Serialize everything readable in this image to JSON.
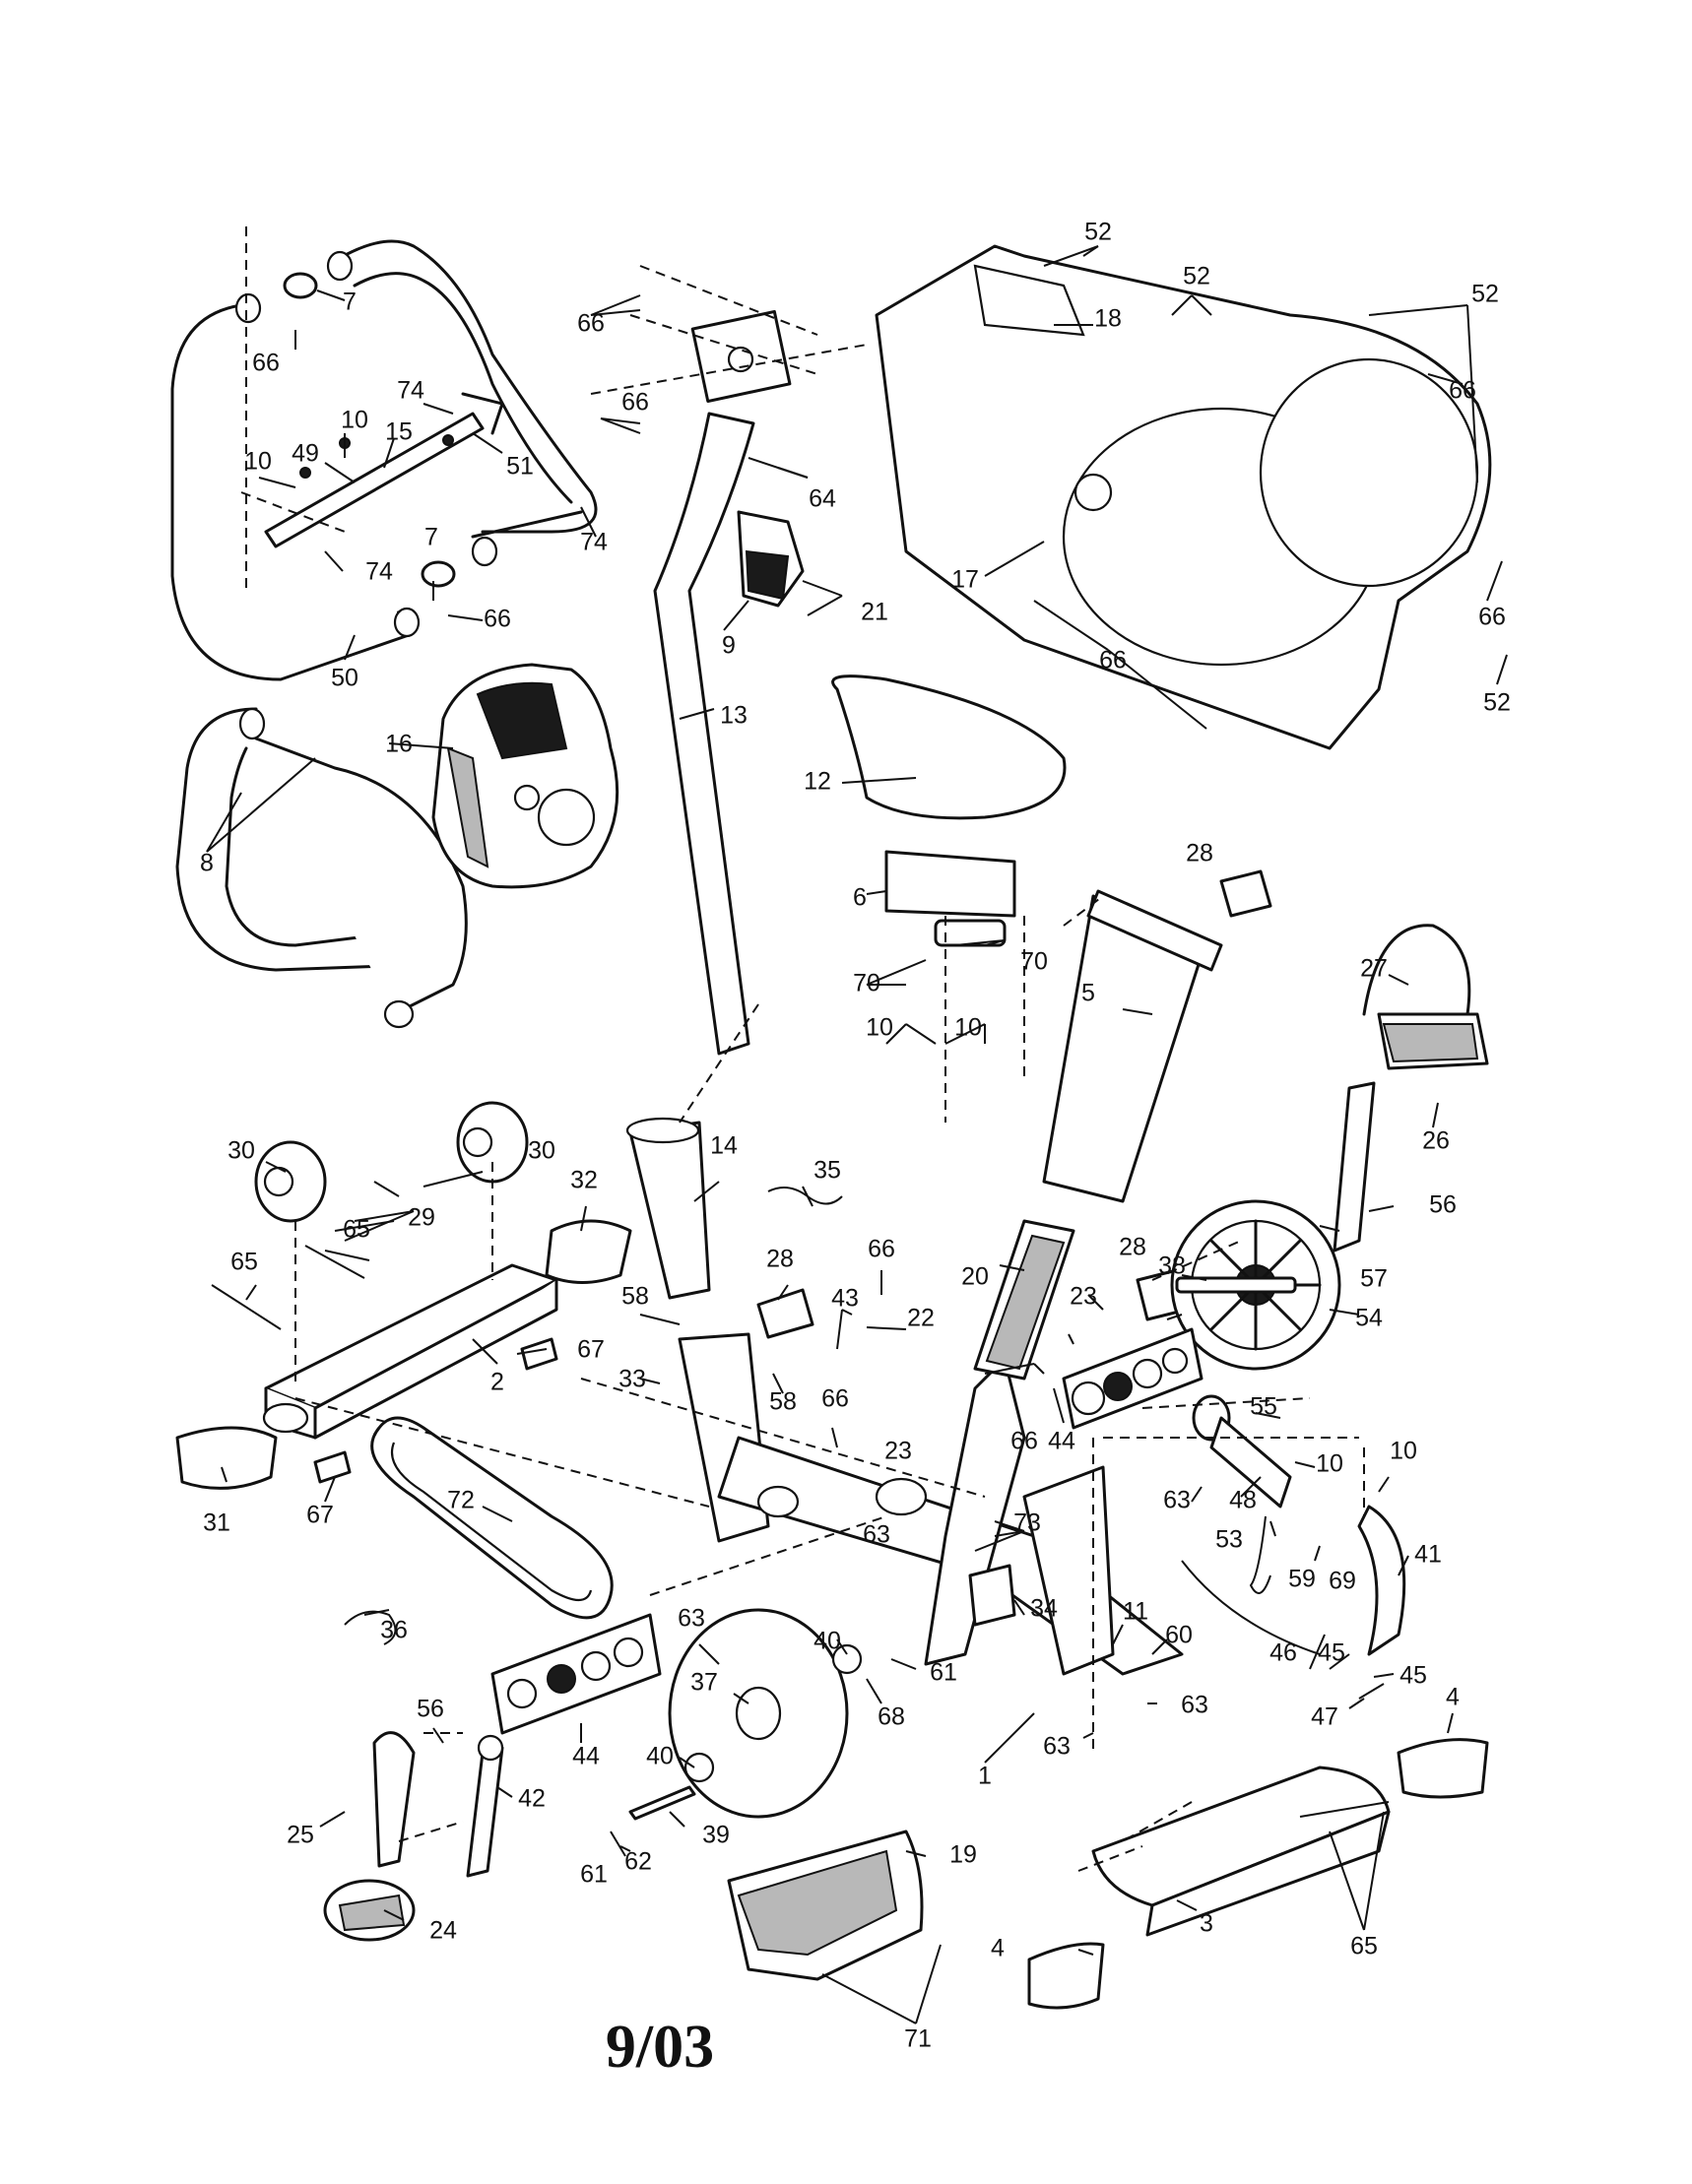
{
  "diagram": {
    "date_code": "9/03",
    "callout_labels": [
      "7",
      "66",
      "74",
      "10",
      "15",
      "49",
      "10",
      "74",
      "51",
      "74",
      "7",
      "66",
      "50",
      "8",
      "16",
      "66",
      "66",
      "64",
      "9",
      "21",
      "13",
      "12",
      "17",
      "18",
      "52",
      "52",
      "52",
      "66",
      "66",
      "66",
      "52",
      "28",
      "6",
      "70",
      "70",
      "10",
      "10",
      "5",
      "27",
      "26",
      "30",
      "29",
      "30",
      "32",
      "65",
      "65",
      "2",
      "67",
      "31",
      "67",
      "72",
      "36",
      "14",
      "35",
      "28",
      "66",
      "58",
      "43",
      "22",
      "33",
      "58",
      "66",
      "20",
      "28",
      "23",
      "38",
      "54",
      "56",
      "57",
      "23",
      "66",
      "44",
      "55",
      "10",
      "10",
      "63",
      "48",
      "73",
      "63",
      "53",
      "59",
      "69",
      "41",
      "34",
      "63",
      "11",
      "60",
      "46",
      "45",
      "45",
      "47",
      "4",
      "40",
      "61",
      "37",
      "68",
      "40",
      "44",
      "56",
      "42",
      "25",
      "24",
      "39",
      "61",
      "62",
      "19",
      "71",
      "63",
      "63",
      "1",
      "3",
      "4",
      "65"
    ]
  }
}
